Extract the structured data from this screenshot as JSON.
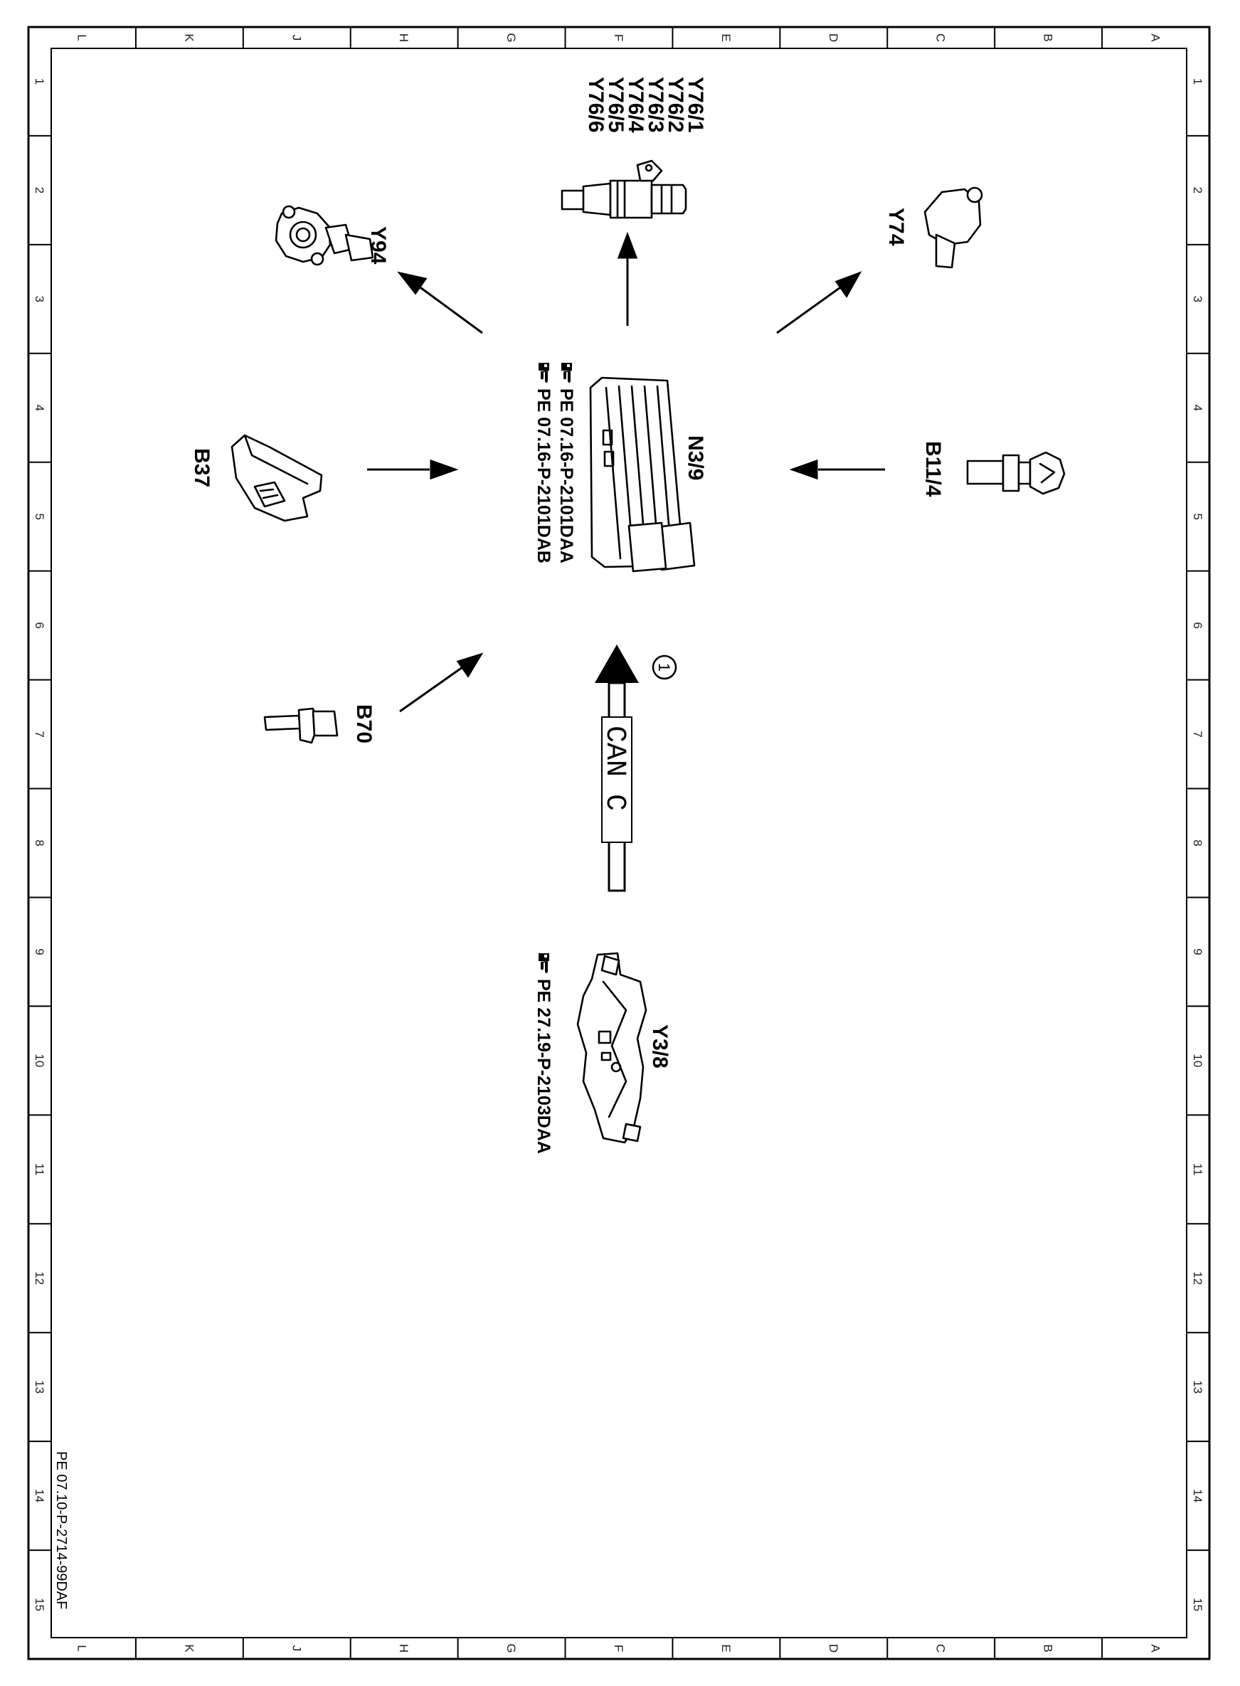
{
  "grid": {
    "columns": [
      "L",
      "K",
      "J",
      "H",
      "G",
      "F",
      "E",
      "D",
      "C",
      "B",
      "A"
    ],
    "rows": [
      "1",
      "2",
      "3",
      "4",
      "5",
      "6",
      "7",
      "8",
      "9",
      "10",
      "11",
      "12",
      "13",
      "14",
      "15"
    ]
  },
  "components": {
    "n3_9": {
      "label": "N3/9",
      "refs": [
        "PE 07.16-P-2101DAA",
        "PE 07.16-P-2101DAB"
      ]
    },
    "y76": {
      "labels": [
        "Y76/1",
        "Y76/2",
        "Y76/3",
        "Y76/4",
        "Y76/5",
        "Y76/6"
      ]
    },
    "y94": {
      "label": "Y94"
    },
    "y74": {
      "label": "Y74"
    },
    "b37": {
      "label": "B37"
    },
    "b11_4": {
      "label": "B11/4"
    },
    "b70": {
      "label": "B70"
    },
    "y3_8": {
      "label": "Y3/8",
      "refs": [
        "PE 27.19-P-2103DAA"
      ]
    }
  },
  "bus": {
    "label": "CAN C",
    "marker": "1"
  },
  "document_id": "PE 07.10-P-2714-99DAF",
  "icons": {
    "reference": "pointing-hand-icon"
  }
}
